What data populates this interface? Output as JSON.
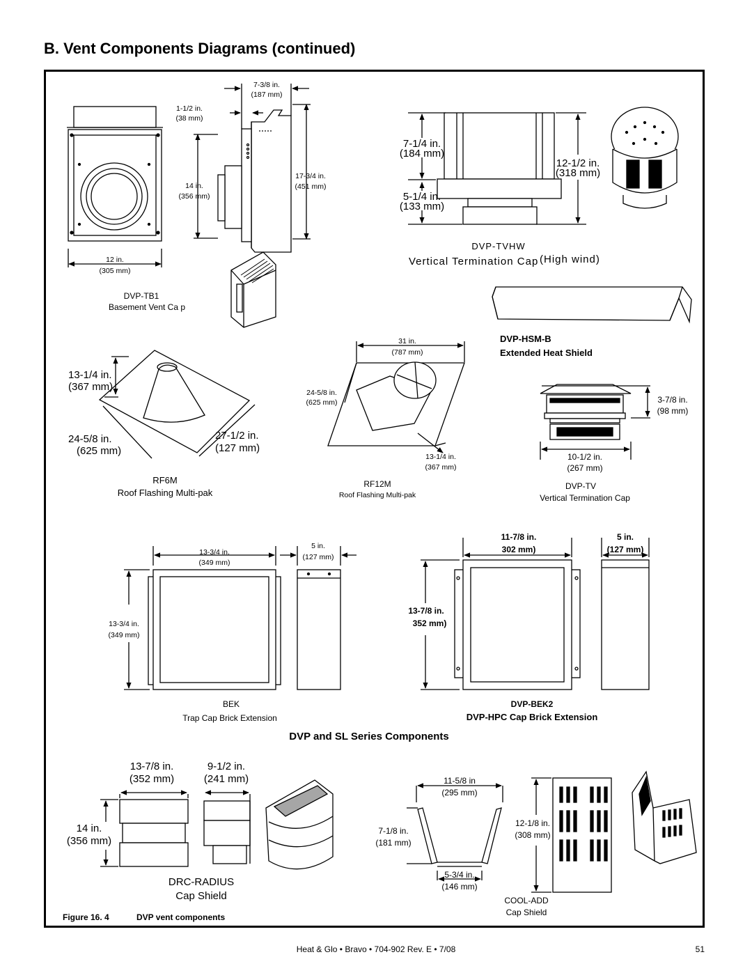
{
  "page": {
    "heading": "B.  Vent Components Diagrams (continued)",
    "footer_center": "Heat & Glo  •  Bravo  •  704-902 Rev. E  •  7/08",
    "page_number": "51"
  },
  "figure": {
    "number": "Figure 16. 4",
    "caption": "DVP vent components",
    "section_title": "DVP and SL Series Components"
  },
  "components": {
    "dvp_tb1": {
      "code": "DVP-TB1",
      "name": "Basement    Vent Ca  p",
      "dim_width_in": "12 in.",
      "dim_width_mm": "(305 mm)",
      "dim_height_in": "14 in.",
      "dim_height_mm": "(356 mm)",
      "dim_flange_in": "1-1/2 in.",
      "dim_flange_mm": "(38 mm)",
      "dim_depth_in": "7-3/8 in.",
      "dim_depth_mm": "(187 mm)",
      "dim_total_in": "17-3/4 in.",
      "dim_total_mm": "(451 mm)"
    },
    "dvp_tvhw": {
      "code": "DVP-TVHW",
      "name": "Vertical  Termination  Cap",
      "name_suffix": "(High  wind)",
      "dim_upper_in": "7-1/4 in.",
      "dim_upper_mm": "(184 mm)",
      "dim_lower_in": "5-1/4 in.",
      "dim_lower_mm": "(133 mm)",
      "dim_total_in": "12-1/2 in.",
      "dim_total_mm": "(318 mm)"
    },
    "dvp_hsm_b": {
      "code": "DVP-HSM-B",
      "name": "Extended Heat Shield"
    },
    "rf6m": {
      "code": "RF6M",
      "name": "Roof Flashing Multi-pak",
      "dim_height_in": "13-1/4 in.",
      "dim_height_mm": "(367 mm)",
      "dim_a_in": "24-5/8 in.",
      "dim_a_mm": "(625 mm)",
      "dim_b_in": "27-1/2 in.",
      "dim_b_mm": "(127 mm)"
    },
    "rf12m": {
      "code": "RF12M",
      "name": "Roof Flashing Multi-pak",
      "dim_w_in": "31 in.",
      "dim_w_mm": "(787 mm)",
      "dim_d_in": "24-5/8 in.",
      "dim_d_mm": "(625 mm)",
      "dim_h_in": "13-1/4 in.",
      "dim_h_mm": "(367 mm)"
    },
    "dvp_tv": {
      "code": "DVP-TV",
      "name": "Vertical   Termination Cap",
      "dim_h_in": "3-7/8 in.",
      "dim_h_mm": "(98 mm)",
      "dim_w_in": "10-1/2 in.",
      "dim_w_mm": "(267 mm)"
    },
    "bek": {
      "code": "BEK",
      "name": "Trap Cap Brick Extension",
      "dim_w_in": "13-3/4 in.",
      "dim_w_mm": "(349 mm)",
      "dim_h_in": "13-3/4 in.",
      "dim_h_mm": "(349 mm)",
      "dim_d_in": "5 in.",
      "dim_d_mm": "(127 mm)"
    },
    "dvp_bek2": {
      "code": "DVP-BEK2",
      "name": "DVP-HPC Cap Brick Extension",
      "dim_w_in": "11-7/8 in.",
      "dim_w_mm": "302 mm)",
      "dim_h_in": "13-7/8 in.",
      "dim_h_mm": "352 mm)",
      "dim_d_in": "5 in.",
      "dim_d_mm": "(127 mm)"
    },
    "drc_radius": {
      "code": "DRC-RADIUS",
      "name": "Cap Shield",
      "dim_w_in": "13-7/8 in.",
      "dim_w_mm": "(352 mm)",
      "dim_d_in": "9-1/2 in.",
      "dim_d_mm": "(241 mm)",
      "dim_h_in": "14 in.",
      "dim_h_mm": "(356 mm)"
    },
    "cool_add": {
      "code": "COOL-ADD",
      "name": "Cap Shield",
      "dim_top_in": "11-5/8 in",
      "dim_top_mm": "(295 mm)",
      "dim_side_in": "7-1/8 in.",
      "dim_side_mm": "(181 mm)",
      "dim_bottom_in": "5-3/4 in.",
      "dim_bottom_mm": "(146 mm)",
      "dim_h_in": "12-1/8 in.",
      "dim_h_mm": "(308 mm)"
    }
  }
}
